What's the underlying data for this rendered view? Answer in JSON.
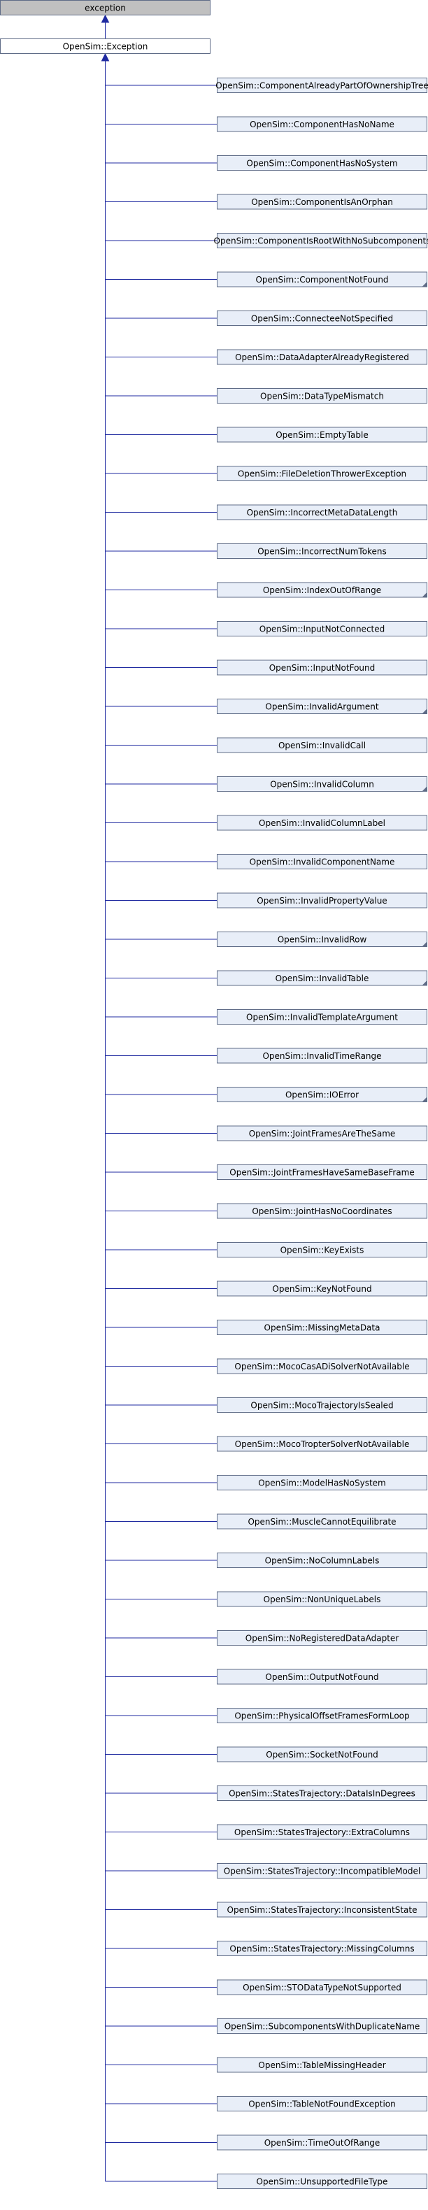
{
  "root_node": {
    "label": "exception"
  },
  "base_node": {
    "label": "OpenSim::Exception"
  },
  "colors": {
    "root_fill": "#c0c0c0",
    "node_fill": "#ffffff",
    "child_fill": "#e8eef8",
    "node_border": "#5f6c87",
    "edge": "#1f2aa0",
    "fold_marker": "#5f6c87"
  },
  "children": [
    {
      "label": "OpenSim::ComponentAlreadyPartOfOwnershipTree",
      "has_more": false
    },
    {
      "label": "OpenSim::ComponentHasNoName",
      "has_more": false
    },
    {
      "label": "OpenSim::ComponentHasNoSystem",
      "has_more": false
    },
    {
      "label": "OpenSim::ComponentIsAnOrphan",
      "has_more": false
    },
    {
      "label": "OpenSim::ComponentIsRootWithNoSubcomponents",
      "has_more": false
    },
    {
      "label": "OpenSim::ComponentNotFound",
      "has_more": true
    },
    {
      "label": "OpenSim::ConnecteeNotSpecified",
      "has_more": false
    },
    {
      "label": "OpenSim::DataAdapterAlreadyRegistered",
      "has_more": false
    },
    {
      "label": "OpenSim::DataTypeMismatch",
      "has_more": false
    },
    {
      "label": "OpenSim::EmptyTable",
      "has_more": false
    },
    {
      "label": "OpenSim::FileDeletionThrowerException",
      "has_more": false
    },
    {
      "label": "OpenSim::IncorrectMetaDataLength",
      "has_more": false
    },
    {
      "label": "OpenSim::IncorrectNumTokens",
      "has_more": false
    },
    {
      "label": "OpenSim::IndexOutOfRange",
      "has_more": true
    },
    {
      "label": "OpenSim::InputNotConnected",
      "has_more": false
    },
    {
      "label": "OpenSim::InputNotFound",
      "has_more": false
    },
    {
      "label": "OpenSim::InvalidArgument",
      "has_more": true
    },
    {
      "label": "OpenSim::InvalidCall",
      "has_more": false
    },
    {
      "label": "OpenSim::InvalidColumn",
      "has_more": true
    },
    {
      "label": "OpenSim::InvalidColumnLabel",
      "has_more": false
    },
    {
      "label": "OpenSim::InvalidComponentName",
      "has_more": false
    },
    {
      "label": "OpenSim::InvalidPropertyValue",
      "has_more": false
    },
    {
      "label": "OpenSim::InvalidRow",
      "has_more": true
    },
    {
      "label": "OpenSim::InvalidTable",
      "has_more": true
    },
    {
      "label": "OpenSim::InvalidTemplateArgument",
      "has_more": false
    },
    {
      "label": "OpenSim::InvalidTimeRange",
      "has_more": false
    },
    {
      "label": "OpenSim::IOError",
      "has_more": true
    },
    {
      "label": "OpenSim::JointFramesAreTheSame",
      "has_more": false
    },
    {
      "label": "OpenSim::JointFramesHaveSameBaseFrame",
      "has_more": false
    },
    {
      "label": "OpenSim::JointHasNoCoordinates",
      "has_more": false
    },
    {
      "label": "OpenSim::KeyExists",
      "has_more": false
    },
    {
      "label": "OpenSim::KeyNotFound",
      "has_more": false
    },
    {
      "label": "OpenSim::MissingMetaData",
      "has_more": false
    },
    {
      "label": "OpenSim::MocoCasADiSolverNotAvailable",
      "has_more": false
    },
    {
      "label": "OpenSim::MocoTrajectoryIsSealed",
      "has_more": false
    },
    {
      "label": "OpenSim::MocoTropterSolverNotAvailable",
      "has_more": false
    },
    {
      "label": "OpenSim::ModelHasNoSystem",
      "has_more": false
    },
    {
      "label": "OpenSim::MuscleCannotEquilibrate",
      "has_more": false
    },
    {
      "label": "OpenSim::NoColumnLabels",
      "has_more": false
    },
    {
      "label": "OpenSim::NonUniqueLabels",
      "has_more": false
    },
    {
      "label": "OpenSim::NoRegisteredDataAdapter",
      "has_more": false
    },
    {
      "label": "OpenSim::OutputNotFound",
      "has_more": false
    },
    {
      "label": "OpenSim::PhysicalOffsetFramesFormLoop",
      "has_more": false
    },
    {
      "label": "OpenSim::SocketNotFound",
      "has_more": false
    },
    {
      "label": "OpenSim::StatesTrajectory::DataIsInDegrees",
      "has_more": false
    },
    {
      "label": "OpenSim::StatesTrajectory::ExtraColumns",
      "has_more": false
    },
    {
      "label": "OpenSim::StatesTrajectory::IncompatibleModel",
      "has_more": false
    },
    {
      "label": "OpenSim::StatesTrajectory::InconsistentState",
      "has_more": false
    },
    {
      "label": "OpenSim::StatesTrajectory::MissingColumns",
      "has_more": false
    },
    {
      "label": "OpenSim::STODataTypeNotSupported",
      "has_more": false
    },
    {
      "label": "OpenSim::SubcomponentsWithDuplicateName",
      "has_more": false
    },
    {
      "label": "OpenSim::TableMissingHeader",
      "has_more": false
    },
    {
      "label": "OpenSim::TableNotFoundException",
      "has_more": false
    },
    {
      "label": "OpenSim::TimeOutOfRange",
      "has_more": false
    },
    {
      "label": "OpenSim::UnsupportedFileType",
      "has_more": false
    }
  ]
}
